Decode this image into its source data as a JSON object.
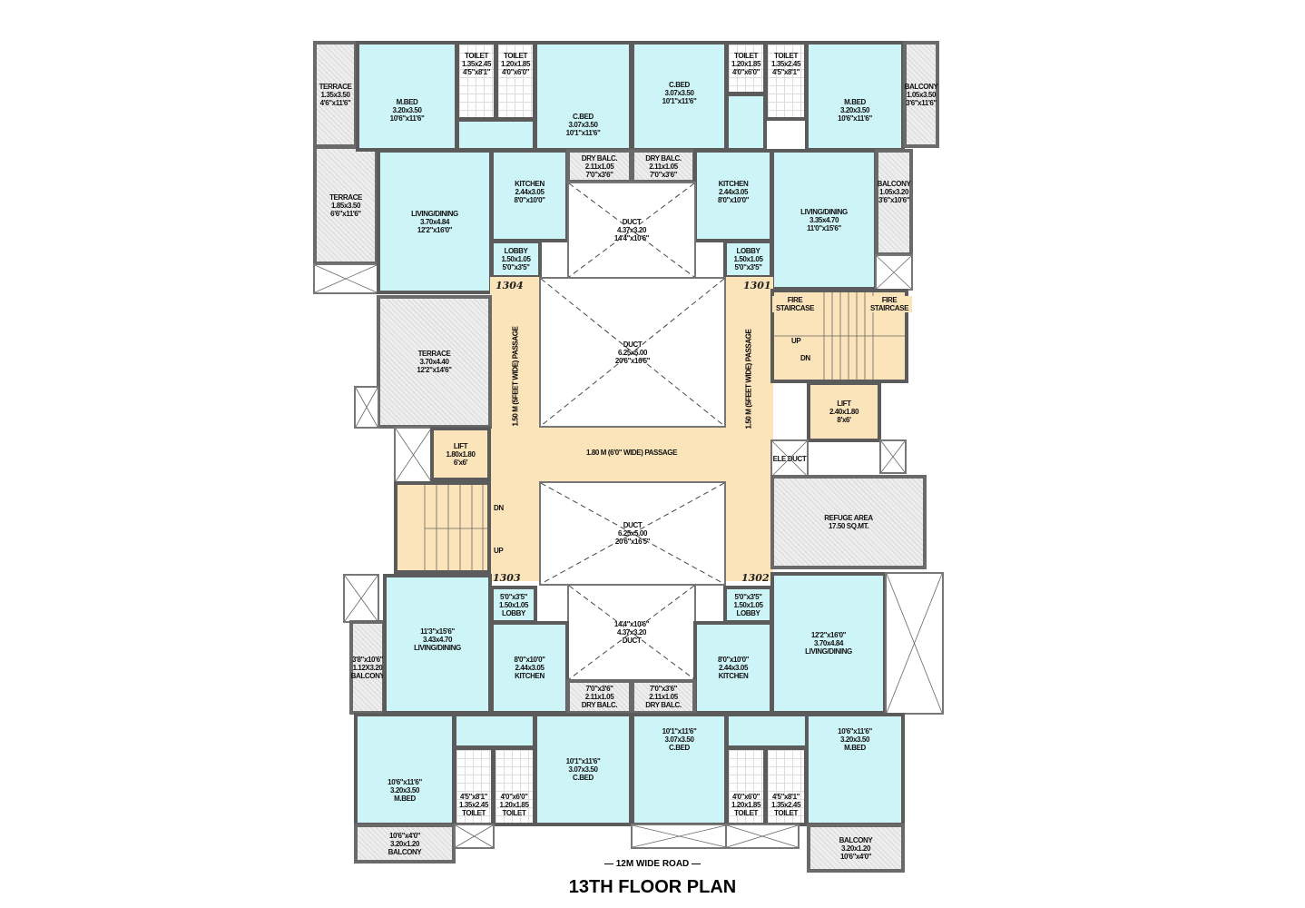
{
  "title": "13TH FLOOR PLAN",
  "road": "— 12M WIDE ROAD —",
  "units": {
    "nw": "1304",
    "ne": "1301",
    "sw": "1303",
    "se": "1302"
  },
  "passages": {
    "vertical_left": "1.50 M (5FEET WIDE) PASSAGE",
    "vertical_right": "1.50 M (5FEET WIDE) PASSAGE",
    "horizontal": "1.80 M (6'0\" WIDE) PASSAGE"
  },
  "stairs": {
    "fire_staircase_1": "FIRE STAIRCASE",
    "fire_staircase_2": "FIRE STAIRCASE",
    "up_right": "UP",
    "dn_right": "DN",
    "dn_left": "DN",
    "up_left": "UP"
  },
  "colors": {
    "flat": "#cdf4f7",
    "common": "#fbe3ba",
    "walls": "#5b5b5b",
    "open": "#eeeeee"
  },
  "rooms": [
    {
      "lines": [
        "TERRACE",
        "1.35x3.50",
        "4'6\"x11'6\""
      ]
    },
    {
      "lines": [
        "TERRACE",
        "1.85x3.50",
        "6'6\"x11'6\""
      ]
    },
    {
      "lines": [
        "M.BED",
        "3.20x3.50",
        "10'6\"x11'6\""
      ]
    },
    {
      "lines": [
        "TOILET",
        "1.35x2.45",
        "4'5\"x8'1\""
      ]
    },
    {
      "lines": [
        "TOILET",
        "1.20x1.85",
        "4'0\"x6'0\""
      ]
    },
    {
      "lines": [
        "C.BED",
        "3.07x3.50",
        "10'1\"x11'6\""
      ]
    },
    {
      "lines": [
        "LIVING/DINING",
        "3.70x4.84",
        "12'2\"x16'0\""
      ]
    },
    {
      "lines": [
        "KITCHEN",
        "2.44x3.05",
        "8'0\"x10'0\""
      ]
    },
    {
      "lines": [
        "DRY BALC.",
        "2.11x1.05",
        "7'0\"x3'6\""
      ]
    },
    {
      "lines": [
        "DUCT",
        "4.37x3.20",
        "14'4\"x10'6\""
      ]
    },
    {
      "lines": [
        "LOBBY",
        "1.50x1.05",
        "5'0\"x3'5\""
      ]
    },
    {
      "lines": [
        "C.BED",
        "3.07x3.50",
        "10'1\"x11'6\""
      ]
    },
    {
      "lines": [
        "TOILET",
        "1.20x1.85",
        "4'0\"x6'0\""
      ]
    },
    {
      "lines": [
        "TOILET",
        "1.35x2.45",
        "4'5\"x8'1\""
      ]
    },
    {
      "lines": [
        "M.BED",
        "3.20x3.50",
        "10'6\"x11'6\""
      ]
    },
    {
      "lines": [
        "BALCONY",
        "1.05x3.50",
        "3'6\"x11'6\""
      ]
    },
    {
      "lines": [
        "DRY BALC.",
        "2.11x1.05",
        "7'0\"x3'6\""
      ]
    },
    {
      "lines": [
        "KITCHEN",
        "2.44x3.05",
        "8'0\"x10'0\""
      ]
    },
    {
      "lines": [
        "LIVING/DINING",
        "3.35x4.70",
        "11'0\"x15'6\""
      ]
    },
    {
      "lines": [
        "BALCONY",
        "1.05x3.20",
        "3'6\"x10'6\""
      ]
    },
    {
      "lines": [
        "LOBBY",
        "1.50x1.05",
        "5'0\"x3'5\""
      ]
    },
    {
      "lines": [
        "TERRACE",
        "3.70x4.40",
        "12'2\"x14'6\""
      ]
    },
    {
      "lines": [
        "DUCT",
        "6.25x5.00",
        "20'6\"x16'5\""
      ]
    },
    {
      "lines": [
        "DUCT",
        "6.25x5.00",
        "20'6\"x16'5\""
      ]
    },
    {
      "lines": [
        "LIFT",
        "1.80x1.80",
        "6'x6'"
      ]
    },
    {
      "lines": [
        "LIFT",
        "2.40x1.80",
        "8'x6'"
      ]
    },
    {
      "lines": [
        "REFUGE AREA",
        "17.50 SQ.MT."
      ]
    },
    {
      "lines": [
        "ELE DUCT"
      ]
    },
    {
      "lines": [
        "11'3\"x15'6\"",
        "3.43x4.70",
        "LIVING/DINING"
      ]
    },
    {
      "lines": [
        "3'8\"x10'6\"",
        "1.12X3.20",
        "BALCONY"
      ]
    },
    {
      "lines": [
        "5'0\"x3'5\"",
        "1.50x1.05",
        "LOBBY"
      ]
    },
    {
      "lines": [
        "8'0\"x10'0\"",
        "2.44x3.05",
        "KITCHEN"
      ]
    },
    {
      "lines": [
        "14'4\"x10'6\"",
        "4.37x3.20",
        "DUCT"
      ]
    },
    {
      "lines": [
        "7'0\"x3'6\"",
        "2.11x1.05",
        "DRY BALC."
      ]
    },
    {
      "lines": [
        "7'0\"x3'6\"",
        "2.11x1.05",
        "DRY BALC."
      ]
    },
    {
      "lines": [
        "8'0\"x10'0\"",
        "2.44x3.05",
        "KITCHEN"
      ]
    },
    {
      "lines": [
        "5'0\"x3'5\"",
        "1.50x1.05",
        "LOBBY"
      ]
    },
    {
      "lines": [
        "12'2\"x16'0\"",
        "3.70x4.84",
        "LIVING/DINING"
      ]
    },
    {
      "lines": [
        "10'6\"x11'6\"",
        "3.20x3.50",
        "M.BED"
      ]
    },
    {
      "lines": [
        "4'5\"x8'1\"",
        "1.35x2.45",
        "TOILET"
      ]
    },
    {
      "lines": [
        "4'0\"x6'0\"",
        "1.20x1.85",
        "TOILET"
      ]
    },
    {
      "lines": [
        "10'1\"x11'6\"",
        "3.07x3.50",
        "C.BED"
      ]
    },
    {
      "lines": [
        "10'1\"x11'6\"",
        "3.07x3.50",
        "C.BED"
      ]
    },
    {
      "lines": [
        "4'0\"x6'0\"",
        "1.20x1.85",
        "TOILET"
      ]
    },
    {
      "lines": [
        "4'5\"x8'1\"",
        "1.35x2.45",
        "TOILET"
      ]
    },
    {
      "lines": [
        "10'6\"x11'6\"",
        "3.20x3.50",
        "M.BED"
      ]
    },
    {
      "lines": [
        "10'6\"x4'0\"",
        "3.20x1.20",
        "BALCONY"
      ]
    },
    {
      "lines": [
        "BALCONY",
        "3.20x1.20",
        "10'6\"x4'0\""
      ]
    }
  ]
}
